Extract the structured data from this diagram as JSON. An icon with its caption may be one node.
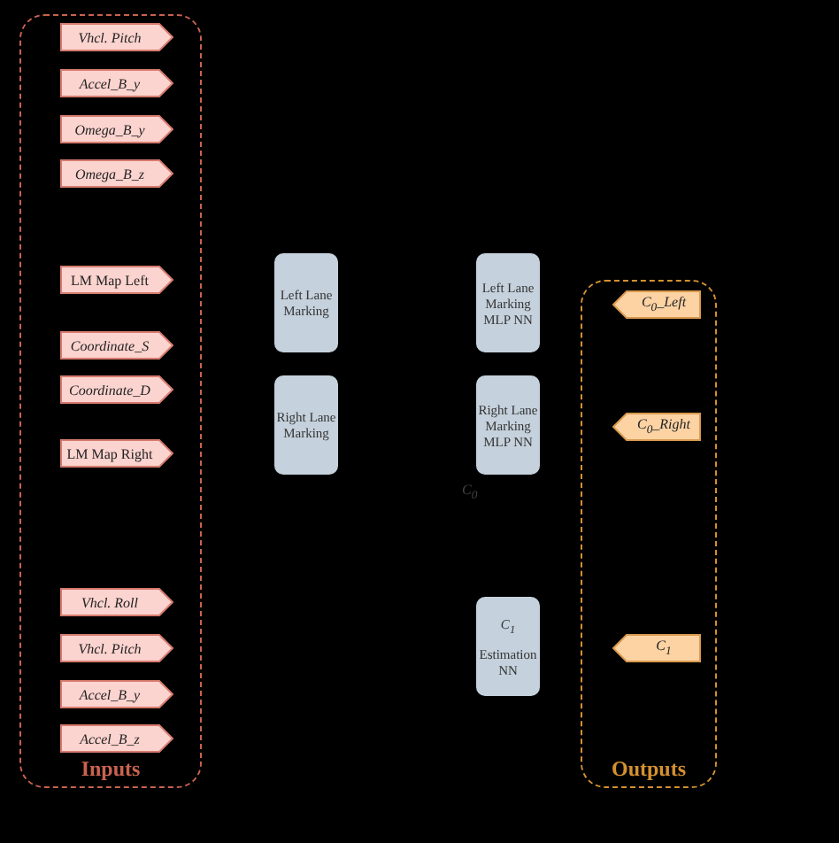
{
  "diagram": {
    "nodes": [
      {
        "text": [
          "Inputs"
        ]
      },
      {
        "text": [
          "Vhcl. Pitch"
        ],
        "in": 0
      },
      {
        "text": [
          "Accel_B_y"
        ],
        "in": 0
      },
      {
        "text": [
          "Omega_B_y"
        ],
        "in": 0
      },
      {
        "text": [
          "Omega_B_z"
        ],
        "in": 0
      },
      {
        "text": [
          "LM Map Left"
        ],
        "in": 0
      },
      {
        "text": [
          "Coordinate_S"
        ],
        "in": 0
      },
      {
        "text": [
          "Coordinate_D"
        ],
        "in": 0
      },
      {
        "text": [
          "LM Map Right"
        ],
        "in": 0
      },
      {
        "text": [
          "Vhcl. Roll"
        ],
        "in": 0
      },
      {
        "text": [
          "Vhcl. Pitch"
        ],
        "in": 0
      },
      {
        "text": [
          "Accel_B_y"
        ],
        "in": 0
      },
      {
        "text": [
          "Accel_B_z"
        ],
        "in": 0
      },
      {
        "text": [
          "Left Lane Marking"
        ]
      },
      {
        "text": [
          "Right Lane Marking"
        ]
      },
      {
        "text": [
          "Left Lane Marking MLP NN"
        ]
      },
      {
        "text": [
          "Right Lane Marking MLP NN"
        ]
      },
      {
        "text": [
          "C$_{1}$",
          "Estimation NN"
        ]
      },
      {
        "text": [
          "Outputs"
        ]
      },
      {
        "text": [
          "C$_{0}$_Left"
        ],
        "in": 18
      },
      {
        "text": [
          "C$_{0}$_Right"
        ],
        "in": 18
      },
      {
        "text": [
          "C$_{1}$"
        ],
        "in": 18
      }
    ],
    "labels": [
      "C$_{0}$"
    ]
  }
}
